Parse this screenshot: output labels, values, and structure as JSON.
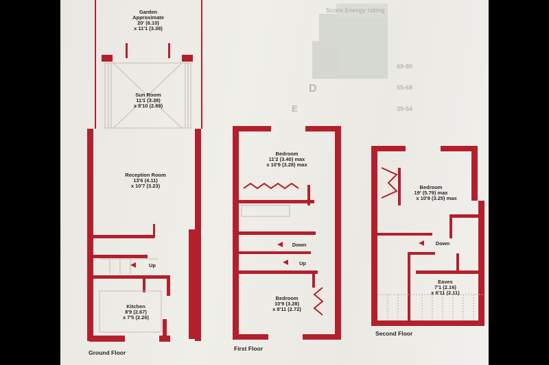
{
  "background_print": {
    "heading": "Score  Energy rating",
    "bands": [
      "69-80",
      "55-68",
      "39-54"
    ],
    "letters": [
      "D",
      "E"
    ]
  },
  "ground_floor": {
    "label": "Ground Floor",
    "rooms": [
      {
        "name": "Garden",
        "lines": [
          "Approximate",
          "20' (6.10)",
          "x 11'1 (3.38)"
        ]
      },
      {
        "name": "Sun Room",
        "lines": [
          "11'1 (3.38)",
          "x 8'10 (2.69)"
        ]
      },
      {
        "name": "Reception Room",
        "lines": [
          "13'6 (4.11)",
          "x 10'7 (3.23)"
        ]
      },
      {
        "name": "Kitchen",
        "lines": [
          "8'9 (2.67)",
          "x 7'5 (2.26)"
        ]
      }
    ],
    "stairs_label": "Up"
  },
  "first_floor": {
    "label": "First Floor",
    "rooms": [
      {
        "name": "Bedroom",
        "lines": [
          "11'2 (3.40) max",
          "x 10'9 (3.28) max"
        ]
      },
      {
        "name": "Bedroom",
        "lines": [
          "10'9 (3.28)",
          "x 8'11 (2.72)"
        ]
      }
    ],
    "stairs_down": "Down",
    "stairs_up": "Up"
  },
  "second_floor": {
    "label": "Second Floor",
    "rooms": [
      {
        "name": "Bedroom",
        "lines": [
          "19' (5.79) max",
          "x 10'8 (3.25) max"
        ]
      },
      {
        "name": "Eaves",
        "lines": [
          "7'1 (2.16)",
          "x 6'11 (2.11)"
        ]
      }
    ],
    "stairs_down": "Down"
  },
  "colors": {
    "wall": "#b3202c",
    "paper": "#ecebe6"
  }
}
